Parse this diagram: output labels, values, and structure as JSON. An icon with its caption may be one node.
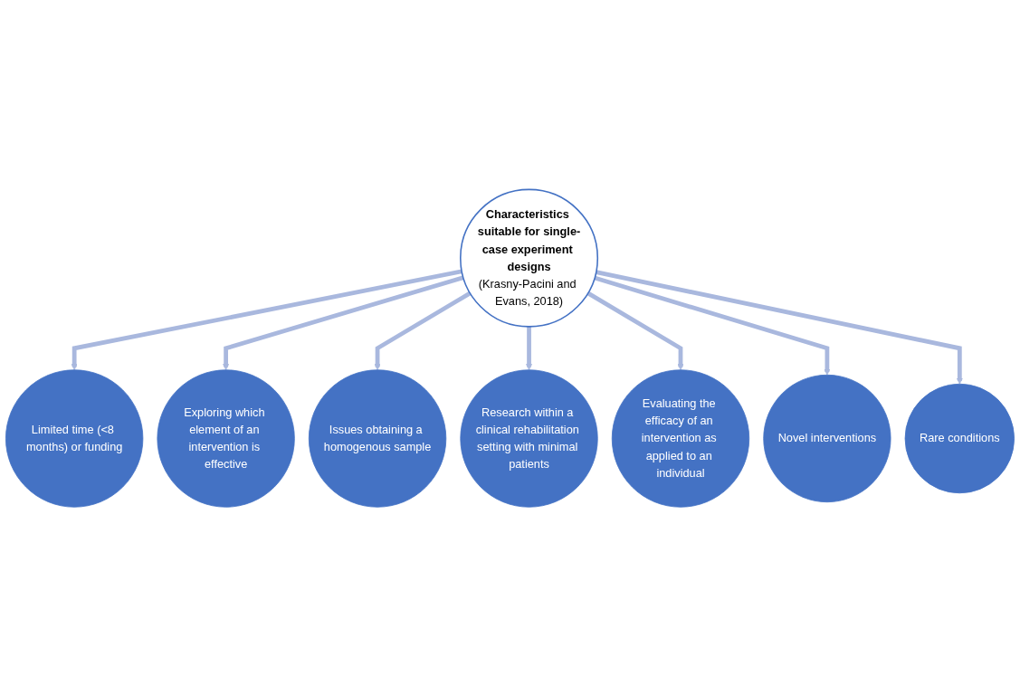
{
  "diagram": {
    "nodes": [
      {
        "text": [
          "Characteristics suitable for single-case experiment designs",
          "(Krasny-Pacini and Evans, 2018)"
        ]
      },
      {
        "text": [
          "Limited time (<8 months) or funding"
        ]
      },
      {
        "text": [
          "Exploring which element of an intervention is effective"
        ]
      },
      {
        "text": [
          "Issues obtaining a homogenous sample"
        ]
      },
      {
        "text": [
          "Research within a clinical rehabilitation setting with minimal patients"
        ]
      },
      {
        "text": [
          "Evaluating the efficacy of an intervention as applied to an individual"
        ]
      },
      {
        "text": [
          "Novel interventions"
        ]
      },
      {
        "text": [
          "Rare conditions"
        ]
      }
    ],
    "edges": [
      {
        "from": 0,
        "to": 1,
        "arrow": "to"
      },
      {
        "from": 0,
        "to": 2,
        "arrow": "to"
      },
      {
        "from": 0,
        "to": 3,
        "arrow": "to"
      },
      {
        "from": 0,
        "to": 4,
        "arrow": "to"
      },
      {
        "from": 0,
        "to": 5,
        "arrow": "to"
      },
      {
        "from": 0,
        "to": 6,
        "arrow": "to"
      },
      {
        "from": 0,
        "to": 7,
        "arrow": "to"
      }
    ]
  }
}
